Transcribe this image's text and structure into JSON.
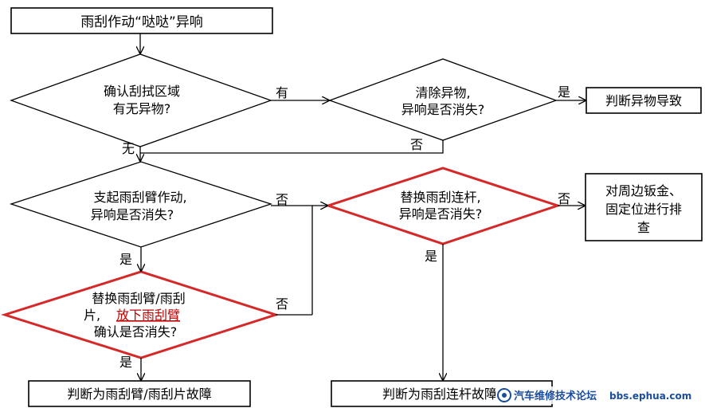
{
  "flowchart": {
    "start": "雨刮作动“哒哒”异响",
    "check_area": [
      "确认刮拭区域",
      "有无异物?"
    ],
    "clear_foreign": [
      "清除异物,",
      "异响是否消失?"
    ],
    "result_foreign": "判断异物导致",
    "lift_arm": [
      "支起雨刮臂作动,",
      "异响是否消失?"
    ],
    "replace_link": [
      "替换雨刮连杆,",
      "异响是否消失?"
    ],
    "check_body": [
      "对周边钣金、",
      "固定位进行排",
      "查"
    ],
    "replace_arm": [
      "替换雨刮臂/雨刮",
      "片,",
      "放下雨刮臂",
      "确认是否消失?"
    ],
    "result_arm": "判断为雨刮臂/雨刮片故障",
    "result_link": "判断为雨刮连杆故障"
  },
  "labels": {
    "you": "有",
    "wu": "无",
    "shi": "是",
    "fou": "否"
  },
  "watermark": {
    "forum": "汽车维修技术论坛",
    "url": "bbs.ephua.com"
  },
  "colors": {
    "line": "#000000",
    "highlight": "#d62828",
    "emphasis_text": "#c00000",
    "watermark": "#1a4d9c"
  }
}
